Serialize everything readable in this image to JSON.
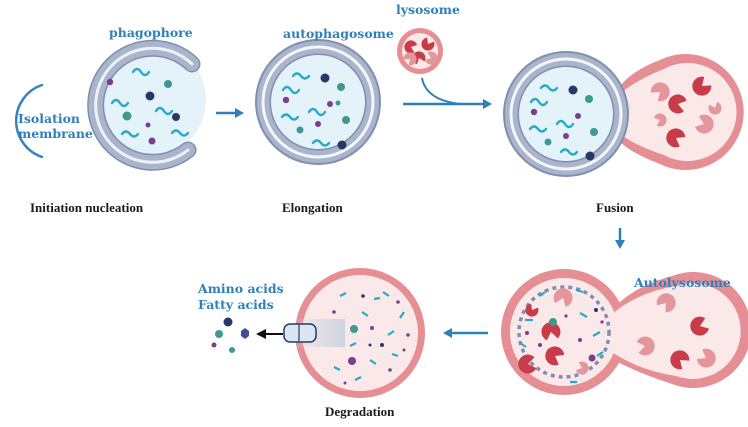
{
  "labels": {
    "phagophore": "phagophore",
    "isolation_membrane_line1": "Isolation",
    "isolation_membrane_line2": "membrane",
    "autophagosome": "autophagosome",
    "lysosome": "lysosome",
    "autolysosome": "Autolysosome",
    "amino_acids": "Amino acids",
    "fatty_acids": "Fatty acids"
  },
  "stages": {
    "initiation": "Initiation nucleation",
    "elongation": "Elongation",
    "fusion": "Fusion",
    "degradation": "Degradation"
  },
  "colors": {
    "membrane_blue": "#a9b5cc",
    "membrane_outline": "#7f8fac",
    "lumen_blue": "#e4f3fa",
    "lysosome_red": "#e58f94",
    "lysosome_lumen": "#fbe9ea",
    "enzyme_red": "#c73c48",
    "enzyme_pink": "#e3979c",
    "arrow_blue": "#2f7fb9",
    "label_blue": "#2f7fb9",
    "cargo_teal": "#27a9c8",
    "cargo_green": "#3c9a8e",
    "cargo_navy": "#233a68",
    "cargo_purple": "#7b3d8e"
  }
}
